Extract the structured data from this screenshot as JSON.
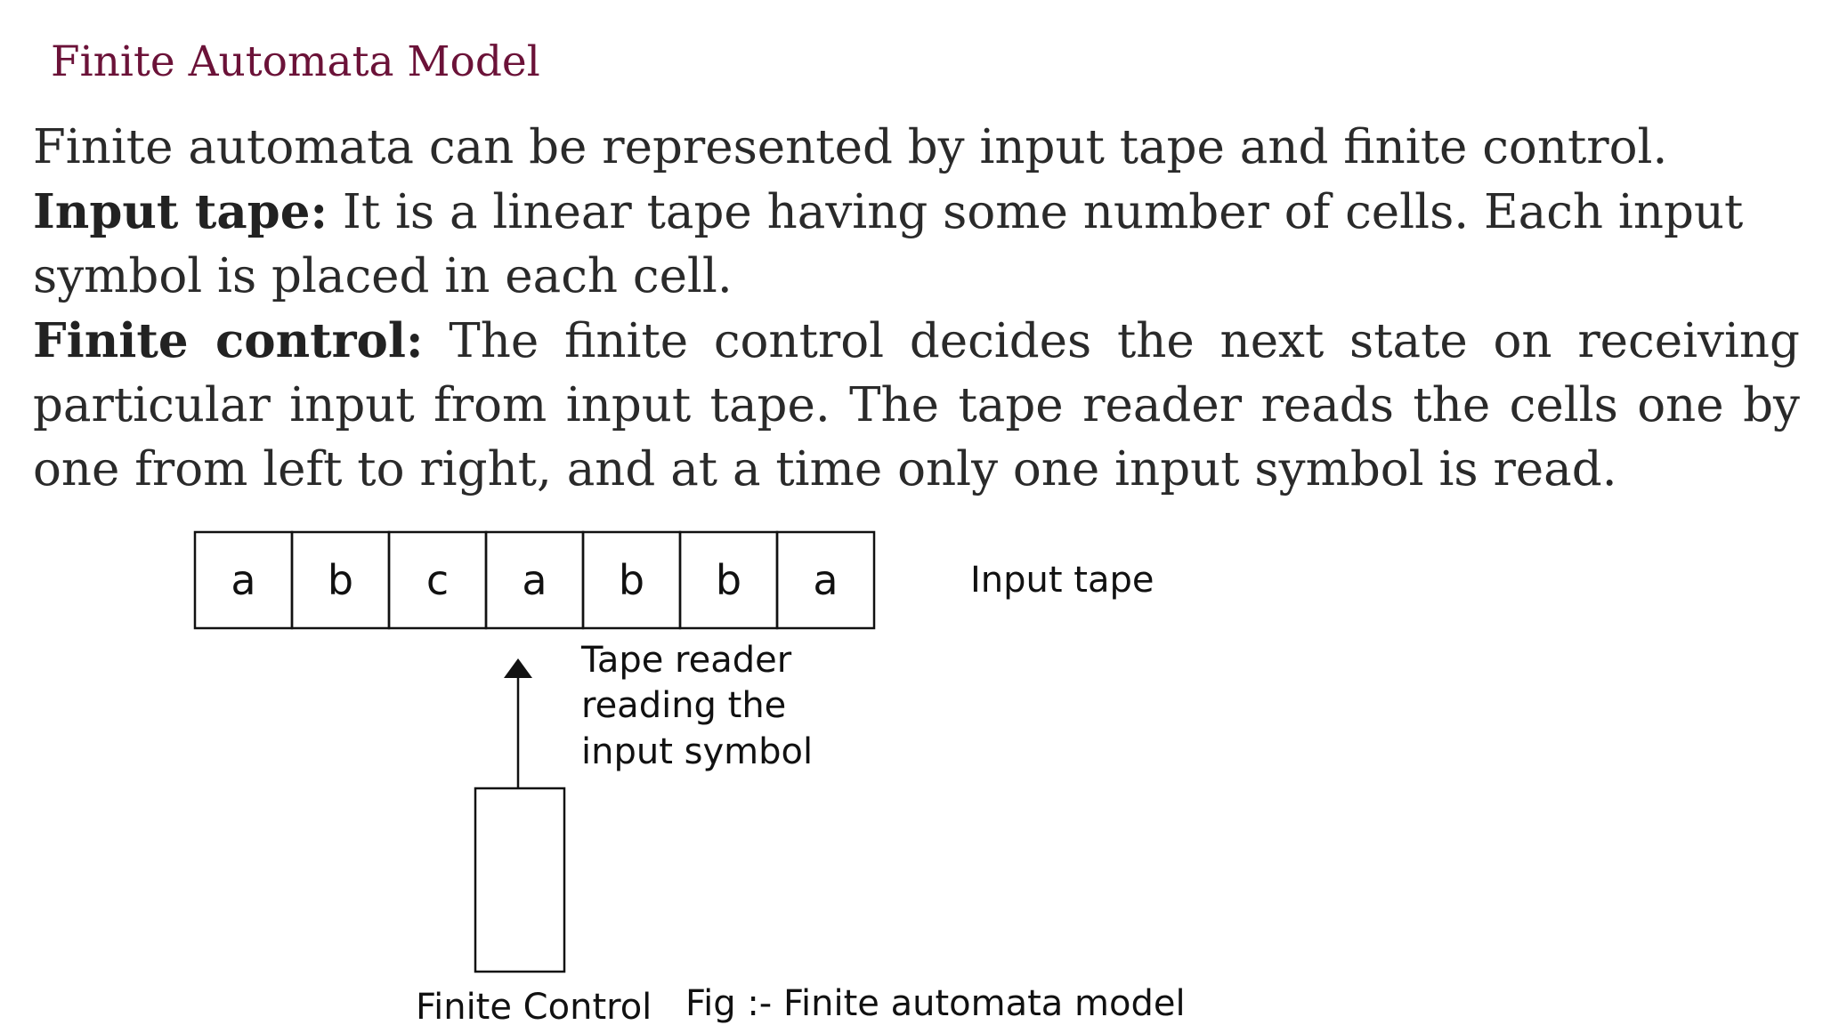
{
  "slide": {
    "title": "Finite Automata Model",
    "intro": "Finite automata can be represented by input tape and finite control.",
    "input_tape_heading": "Input tape:",
    "input_tape_text": "It is a linear tape having some number of cells. Each input symbol is placed in each cell.",
    "finite_control_heading": "Finite control:",
    "finite_control_text": "The finite control decides the next state on receiving particular input from input tape. The tape reader reads the cells one by one from left to right, and at a time only one input symbol is read."
  },
  "diagram": {
    "tape_cells": [
      "a",
      "b",
      "c",
      "a",
      "b",
      "b",
      "a"
    ],
    "reading_cell_index": 3,
    "input_tape_label": "Input tape",
    "reader_label_lines": [
      "Tape reader",
      "reading the",
      "input symbol"
    ],
    "finite_control_label": "Finite Control",
    "caption": "Fig :- Finite automata model"
  }
}
